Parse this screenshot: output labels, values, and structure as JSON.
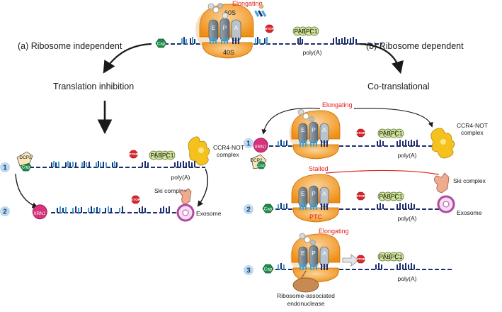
{
  "labels": {
    "elongating": "Elongating",
    "stalled": "Stalled",
    "ptc": "PTC",
    "subunit_60s": "60S",
    "subunit_40s": "40S",
    "site_e": "E",
    "site_p": "P",
    "site_a": "A",
    "stop": "STOP",
    "pabpc1": "PABPC1",
    "polya": "poly(A)",
    "cap": "Cap",
    "ribosome_independent": "(a) Ribosome independent",
    "ribosome_dependent": "(b) Ribosome dependent",
    "translation_inhibition": "Translation inhibition",
    "co_translational": "Co-translational",
    "ccr4_not_line1": "CCR4-NOT",
    "ccr4_not_line2": "complex",
    "ski_complex": "Ski complex",
    "exosome": "Exosome",
    "endonuclease_line1": "Ribosome-associated",
    "endonuclease_line2": "endonuclease",
    "dcp2": "DCP2",
    "xrn1": "XRN1",
    "step_1": "1",
    "step_2": "2",
    "step_3": "3"
  },
  "colors": {
    "ribosome_orange": "#f39a25",
    "ribosome_ghost": "#f6e2c8",
    "trna_gray": "#7d8b97",
    "mrna_navy": "#1f2f6e",
    "codon_light_blue": "#3aa4dc",
    "stop_red": "#d7262b",
    "pabpc1_green": "#cfe39a",
    "cap_green": "#1f8c4a",
    "ccr4_yellow": "#f5c21d",
    "ski_salmon": "#efaa8f",
    "exosome_purple": "#b04aa0",
    "xrn1_pink": "#d8327c",
    "endonuclease_brown": "#c88a52",
    "step_badge": "#bcd9ef"
  }
}
